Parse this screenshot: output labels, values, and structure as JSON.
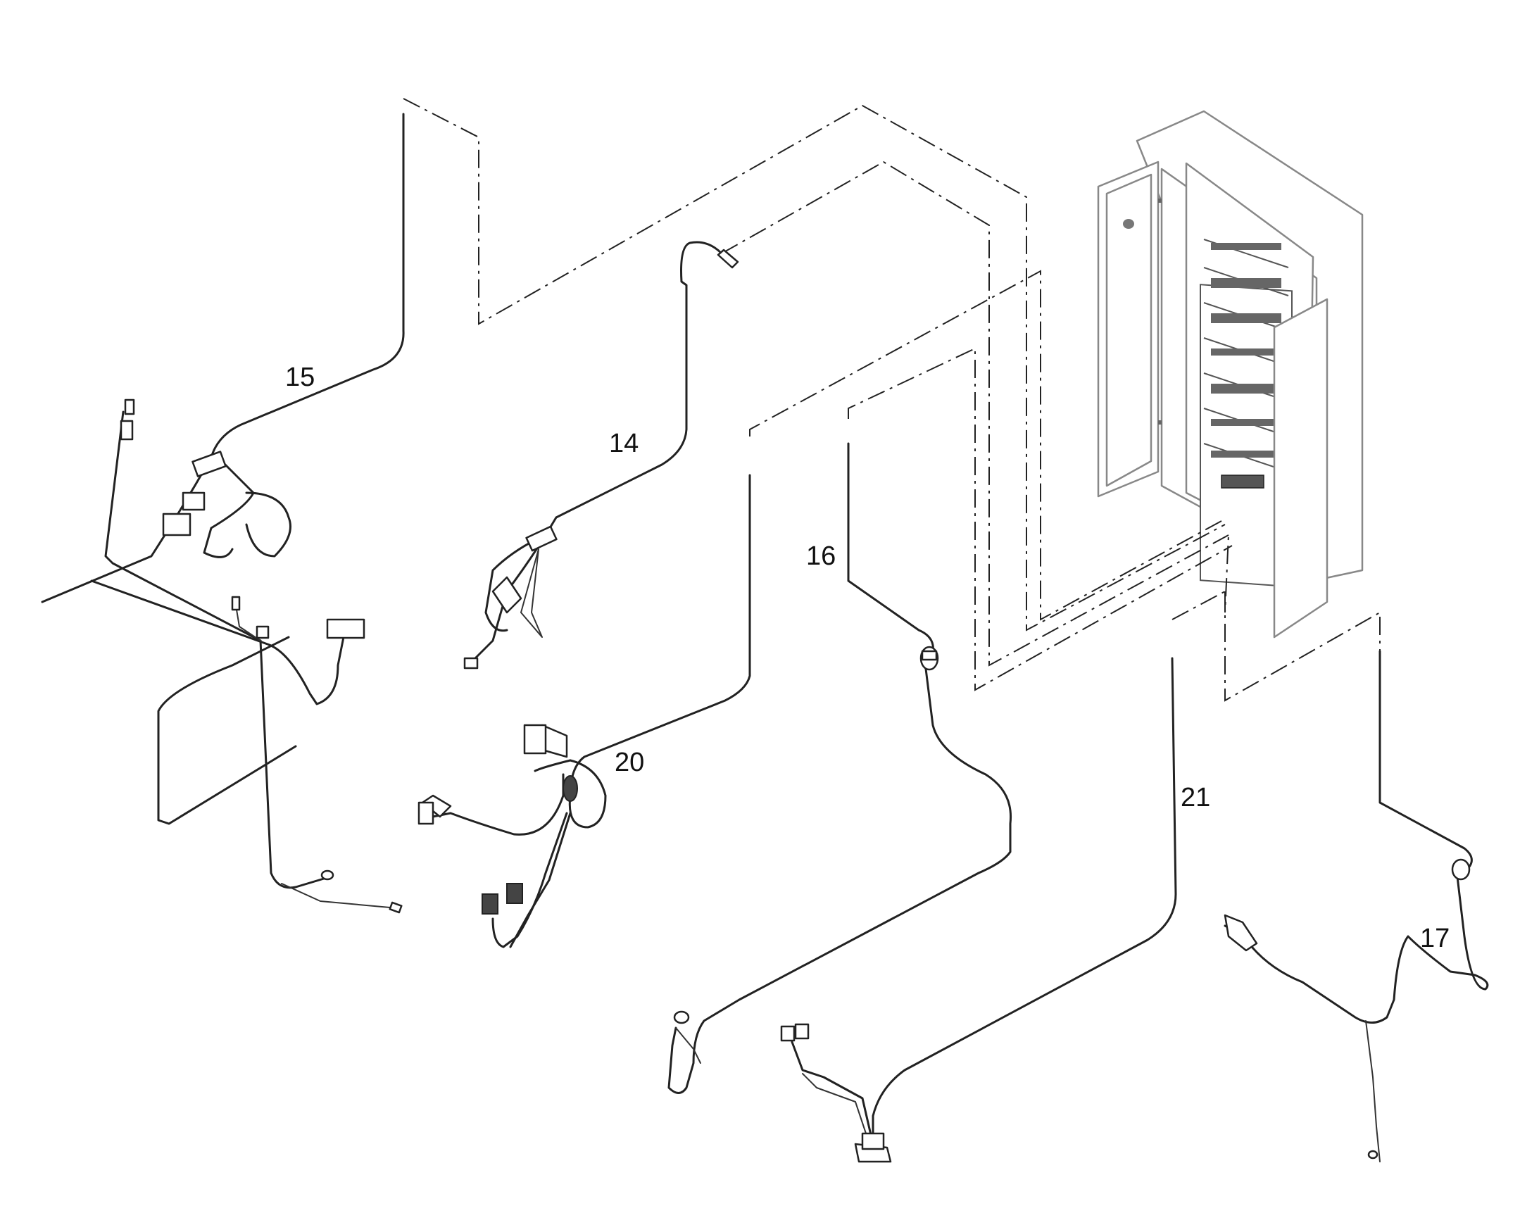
{
  "labels": {
    "harness_14": "14",
    "harness_15": "15",
    "harness_16": "16",
    "harness_17": "17",
    "harness_20": "20",
    "harness_21": "21"
  },
  "colors": {
    "line": "#222222",
    "cabinet": "#888888",
    "background": "#ffffff"
  }
}
